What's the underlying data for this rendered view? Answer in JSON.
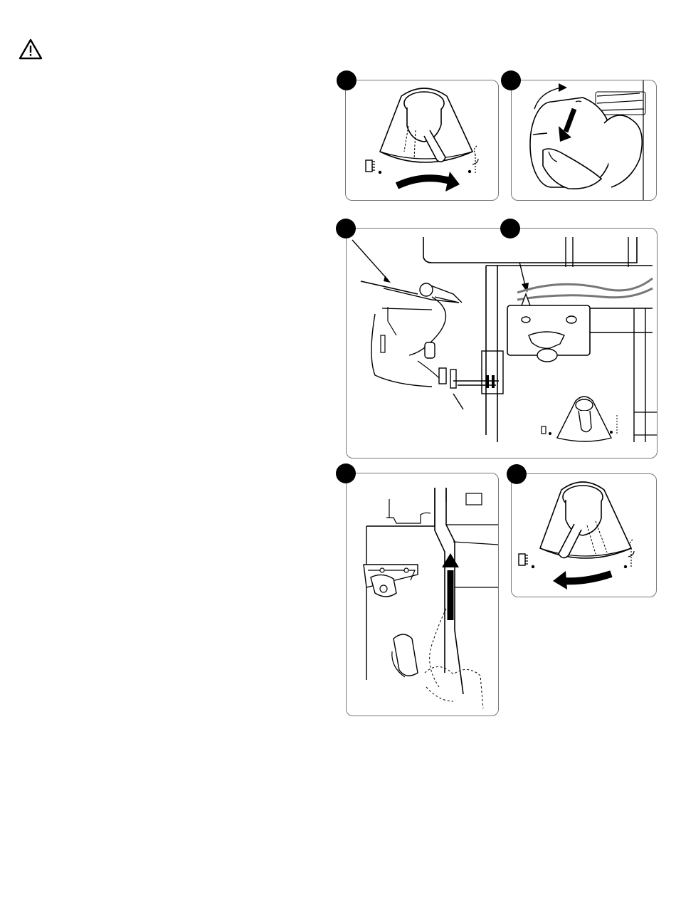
{
  "page": {
    "warning_icon": "warning-triangle-icon",
    "step_badges": [
      "step-1-badge",
      "step-2-badge",
      "step-3-badge",
      "step-4-badge",
      "step-5-badge",
      "step-6-badge"
    ],
    "panels": [
      {
        "name": "thread-lever-front-view",
        "icon": "lever-turn-right-icon"
      },
      {
        "name": "handwheel-turn",
        "icon": "handwheel-rotate-icon"
      },
      {
        "name": "thread-path-detail",
        "icon": "threading-guide-icon"
      },
      {
        "name": "pressure-knob-side",
        "icon": "knob-lift-icon"
      },
      {
        "name": "thread-lever-reset",
        "icon": "lever-turn-left-icon"
      }
    ]
  }
}
